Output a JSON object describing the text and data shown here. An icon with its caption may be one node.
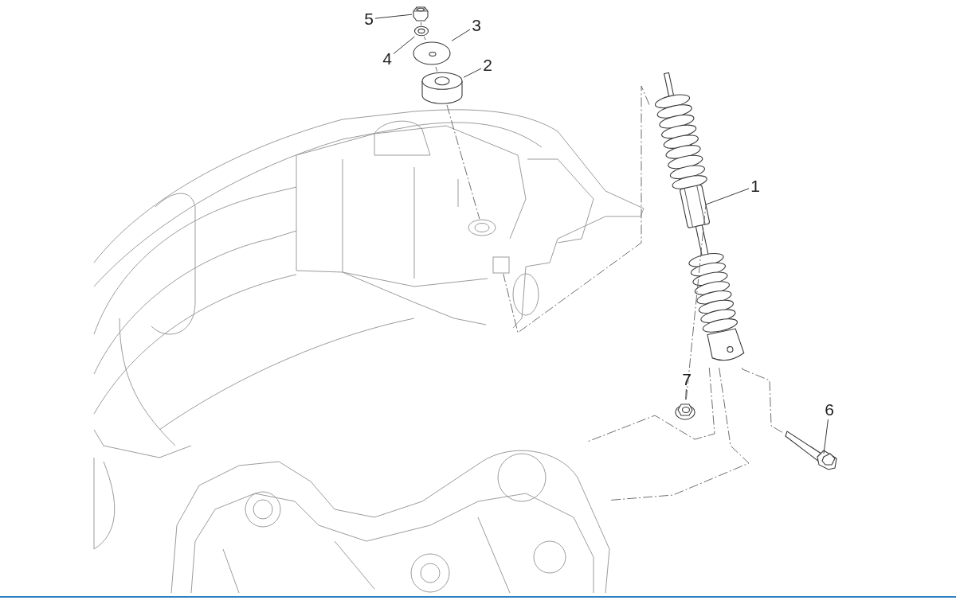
{
  "diagram": {
    "nodes": [
      {
        "text": [
          "1"
        ]
      },
      {
        "text": [
          "2"
        ]
      },
      {
        "text": [
          "3"
        ]
      },
      {
        "text": [
          "4"
        ]
      },
      {
        "text": [
          "5"
        ]
      },
      {
        "text": [
          "6"
        ]
      },
      {
        "text": [
          "7"
        ]
      },
      {
        "text": [],
        "shape": "picture"
      },
      {
        "text": [],
        "shape": "cylinder"
      },
      {
        "text": [],
        "shape": "picture"
      },
      {
        "text": [],
        "shape": "picture"
      },
      {
        "text": [],
        "shape": "picture"
      },
      {
        "text": [],
        "shape": "picture"
      },
      {
        "text": [],
        "shape": "picture"
      },
      {
        "text": [],
        "shape": "circle"
      },
      {
        "text": [],
        "shape": "box"
      },
      {
        "text": [],
        "shape": "picture"
      }
    ],
    "edges": [
      {
        "from": 0,
        "to": 7,
        "arrow": "none"
      },
      {
        "from": 1,
        "to": 8,
        "arrow": "none"
      },
      {
        "from": 2,
        "to": 9,
        "arrow": "none"
      },
      {
        "from": 3,
        "to": 10,
        "arrow": "none"
      },
      {
        "from": 4,
        "to": 11,
        "arrow": "none"
      },
      {
        "from": 5,
        "to": 12,
        "arrow": "none"
      },
      {
        "from": 6,
        "to": 13,
        "arrow": "none"
      },
      {
        "from": 11,
        "to": 10,
        "arrow": "none",
        "style": "dashed"
      },
      {
        "from": 10,
        "to": 9,
        "arrow": "none",
        "style": "dashed"
      },
      {
        "from": 9,
        "to": 8,
        "arrow": "none",
        "style": "dashed"
      },
      {
        "from": 8,
        "to": 14,
        "arrow": "none",
        "style": "dashed"
      },
      {
        "from": 7,
        "to": 15,
        "arrow": "none",
        "style": "dashed"
      },
      {
        "from": 7,
        "to": 16,
        "arrow": "none",
        "style": "dashed"
      },
      {
        "from": 7,
        "to": 16,
        "arrow": "none",
        "style": "dashed"
      },
      {
        "from": 7,
        "to": 12,
        "arrow": "none",
        "style": "dashed"
      },
      {
        "from": 13,
        "to": 7,
        "arrow": "none",
        "style": "dashed"
      }
    ]
  }
}
